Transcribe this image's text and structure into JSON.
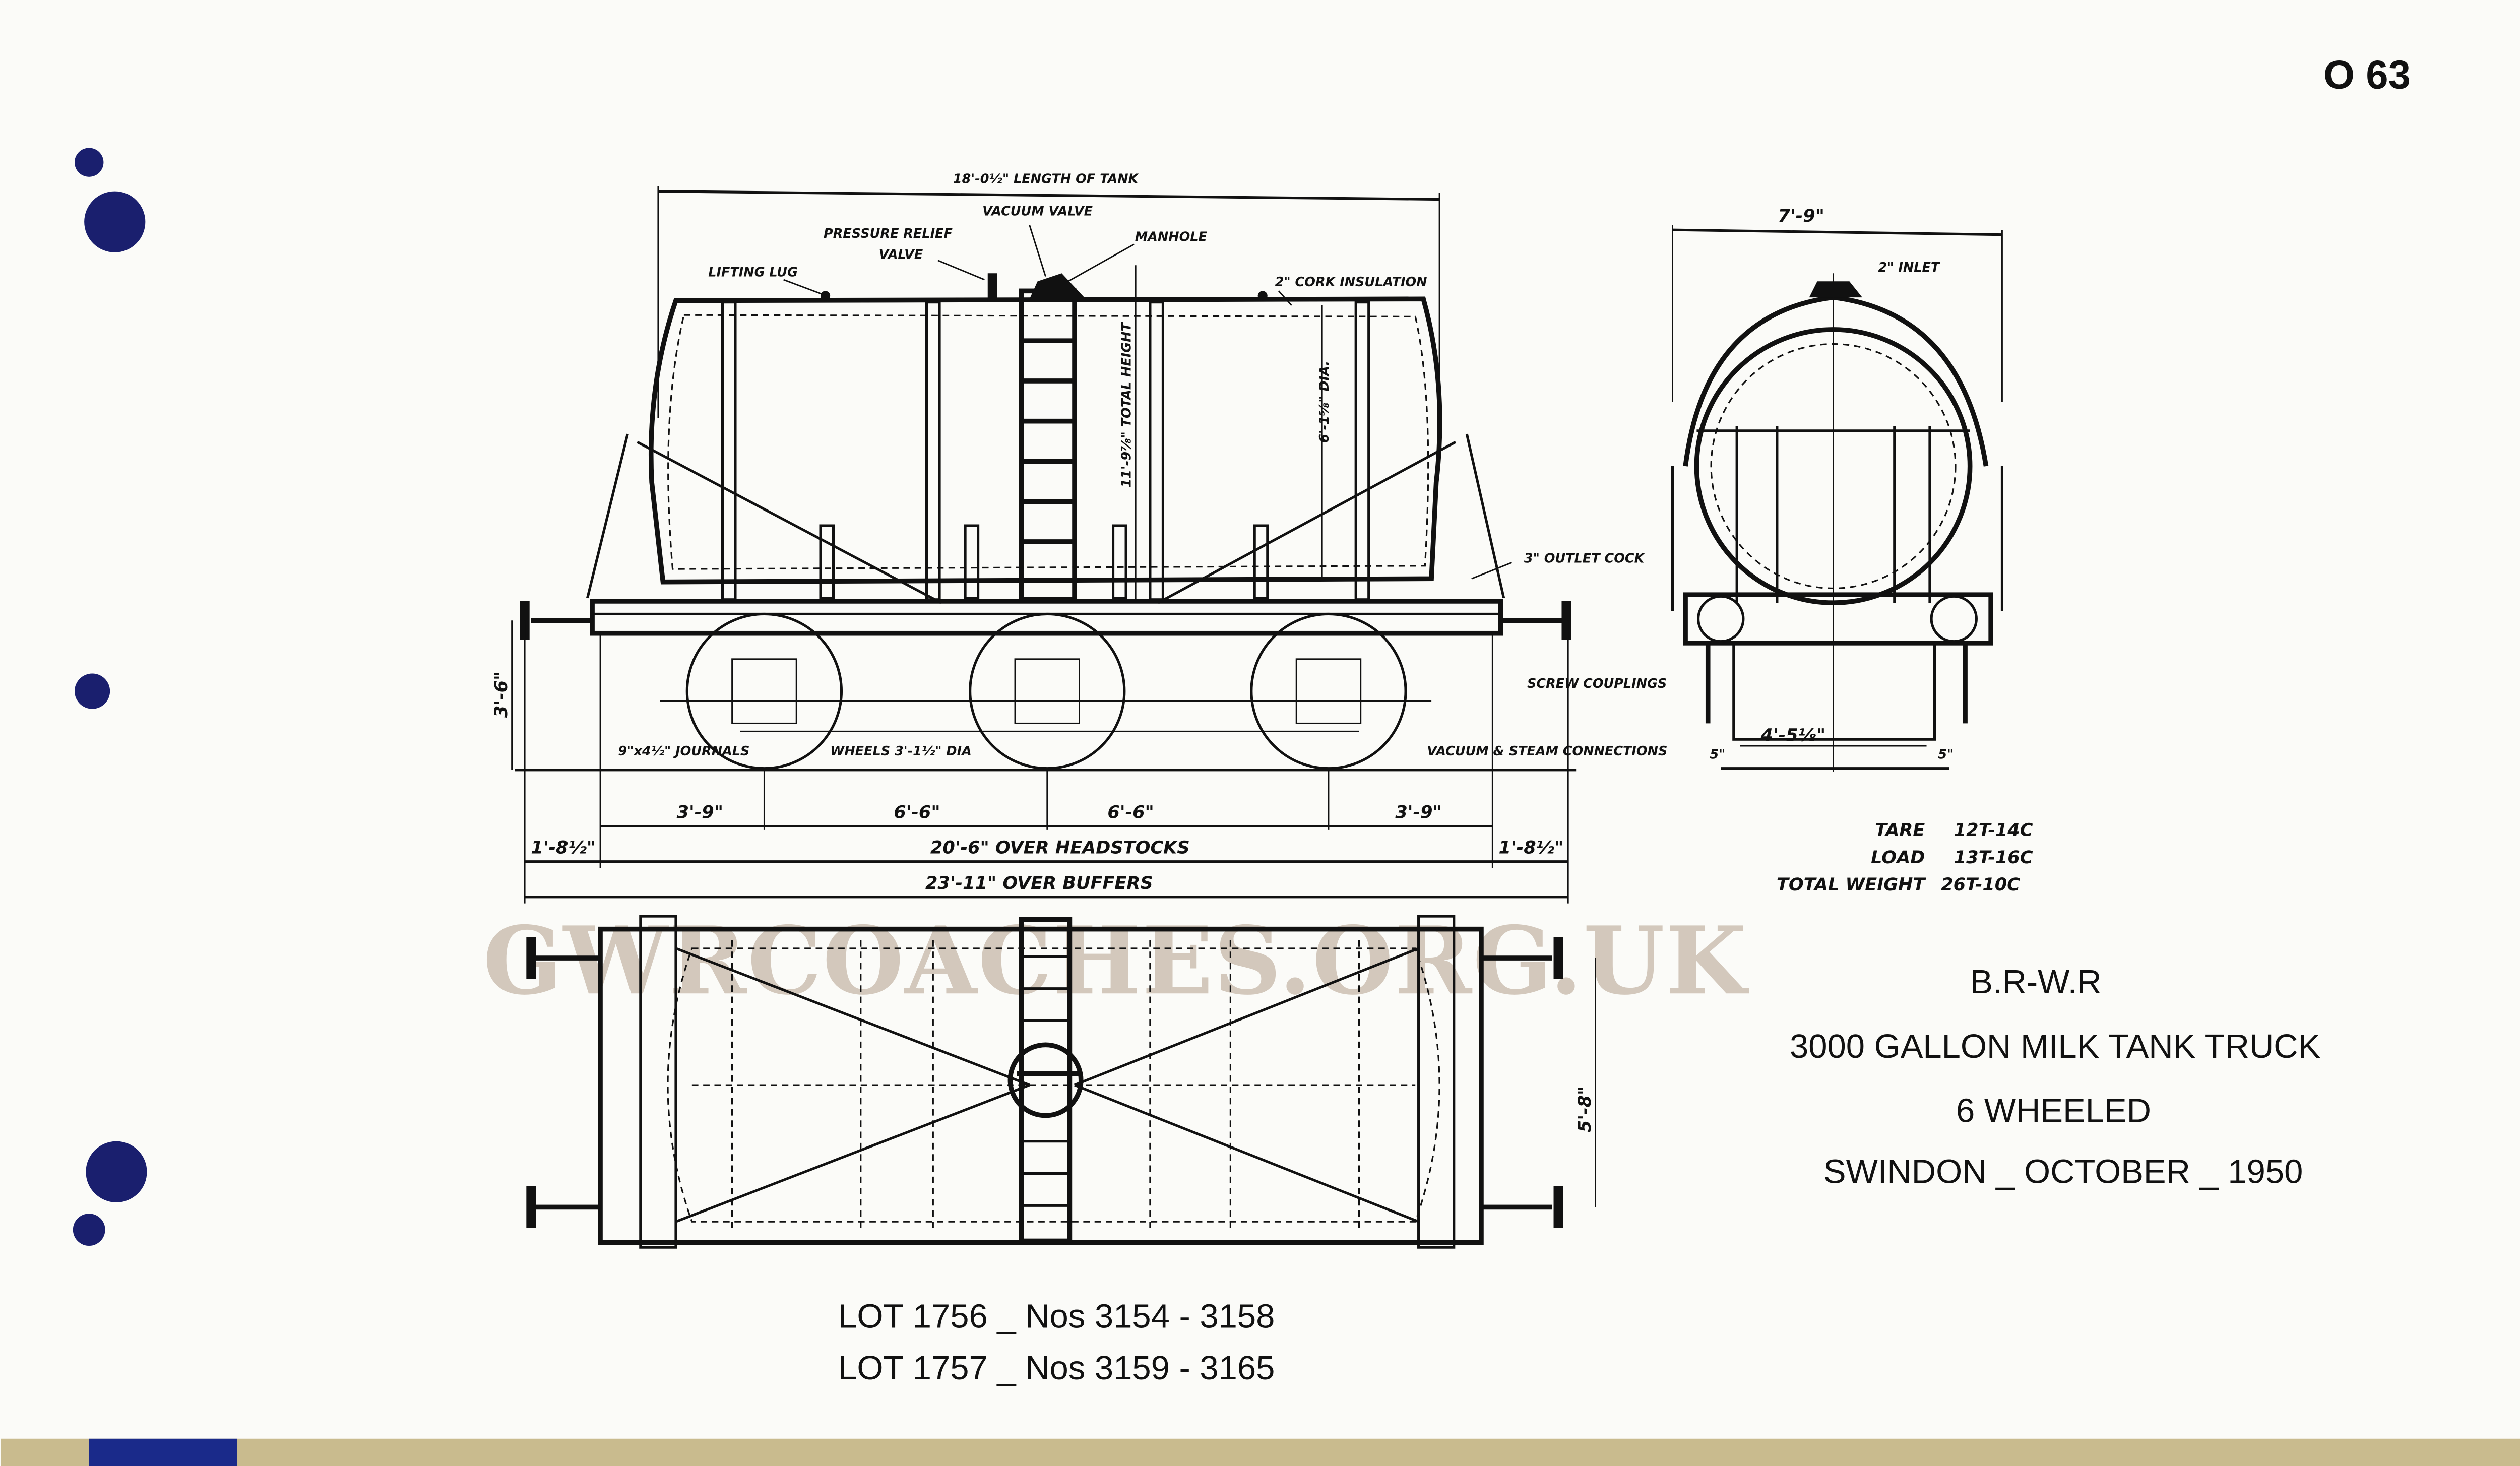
{
  "sheet_id": "O 63",
  "side_view": {
    "tank_length": "18'-0½\" LENGTH OF TANK",
    "pressure_relief_1": "PRESSURE RELIEF",
    "pressure_relief_2": "VALVE",
    "vacuum_valve": "VACUUM VALVE",
    "manhole": "MANHOLE",
    "lifting_lug": "LIFTING LUG",
    "cork_insulation": "2\" CORK INSULATION",
    "total_height": "11'-9⅞\" TOTAL HEIGHT",
    "tank_dia": "6'-1⅝\" DIA.",
    "outlet_cock": "3\" OUTLET COCK",
    "screw_couplings": "SCREW COUPLINGS",
    "vacuum_steam": "VACUUM & STEAM CONNECTIONS",
    "journals": "9\"x4½\" JOURNALS",
    "wheels": "WHEELS 3'-1½\" DIA",
    "buffer_height": "3'-6\"",
    "wheelbase": [
      "3'-9\"",
      "6'-6\"",
      "6'-6\"",
      "3'-9\""
    ],
    "buffer_left": "1'-8½\"",
    "buffer_right": "1'-8½\"",
    "headstocks": "20'-6\" OVER HEADSTOCKS",
    "buffers": "23'-11\" OVER BUFFERS"
  },
  "end_view": {
    "width": "7'-9\"",
    "inlet": "2\" INLET",
    "gauge": "4'-5⅛\"",
    "flange_left": "5\"",
    "flange_right": "5\""
  },
  "plan_view": {
    "width": "5'-8\""
  },
  "weights": [
    {
      "label": "TARE",
      "value": "12T-14C"
    },
    {
      "label": "LOAD",
      "value": "13T-16C"
    },
    {
      "label": "TOTAL WEIGHT",
      "value": "26T-10C"
    }
  ],
  "title_block": {
    "line1": "B.R-W.R",
    "line2": "3000 GALLON MILK TANK TRUCK",
    "line3": "6 WHEELED",
    "line4": "SWINDON _ OCTOBER _ 1950"
  },
  "lots": [
    "LOT 1756 _ Nos 3154 - 3158",
    "LOT 1757 _ Nos 3159 - 3165"
  ],
  "watermark": "GWRCOACHES.ORG.UK",
  "colors": {
    "ink": "#111111",
    "punch_holes": "#1a1f6e",
    "watermark": "#cfc3b6",
    "paper": "#fbfbf8"
  }
}
